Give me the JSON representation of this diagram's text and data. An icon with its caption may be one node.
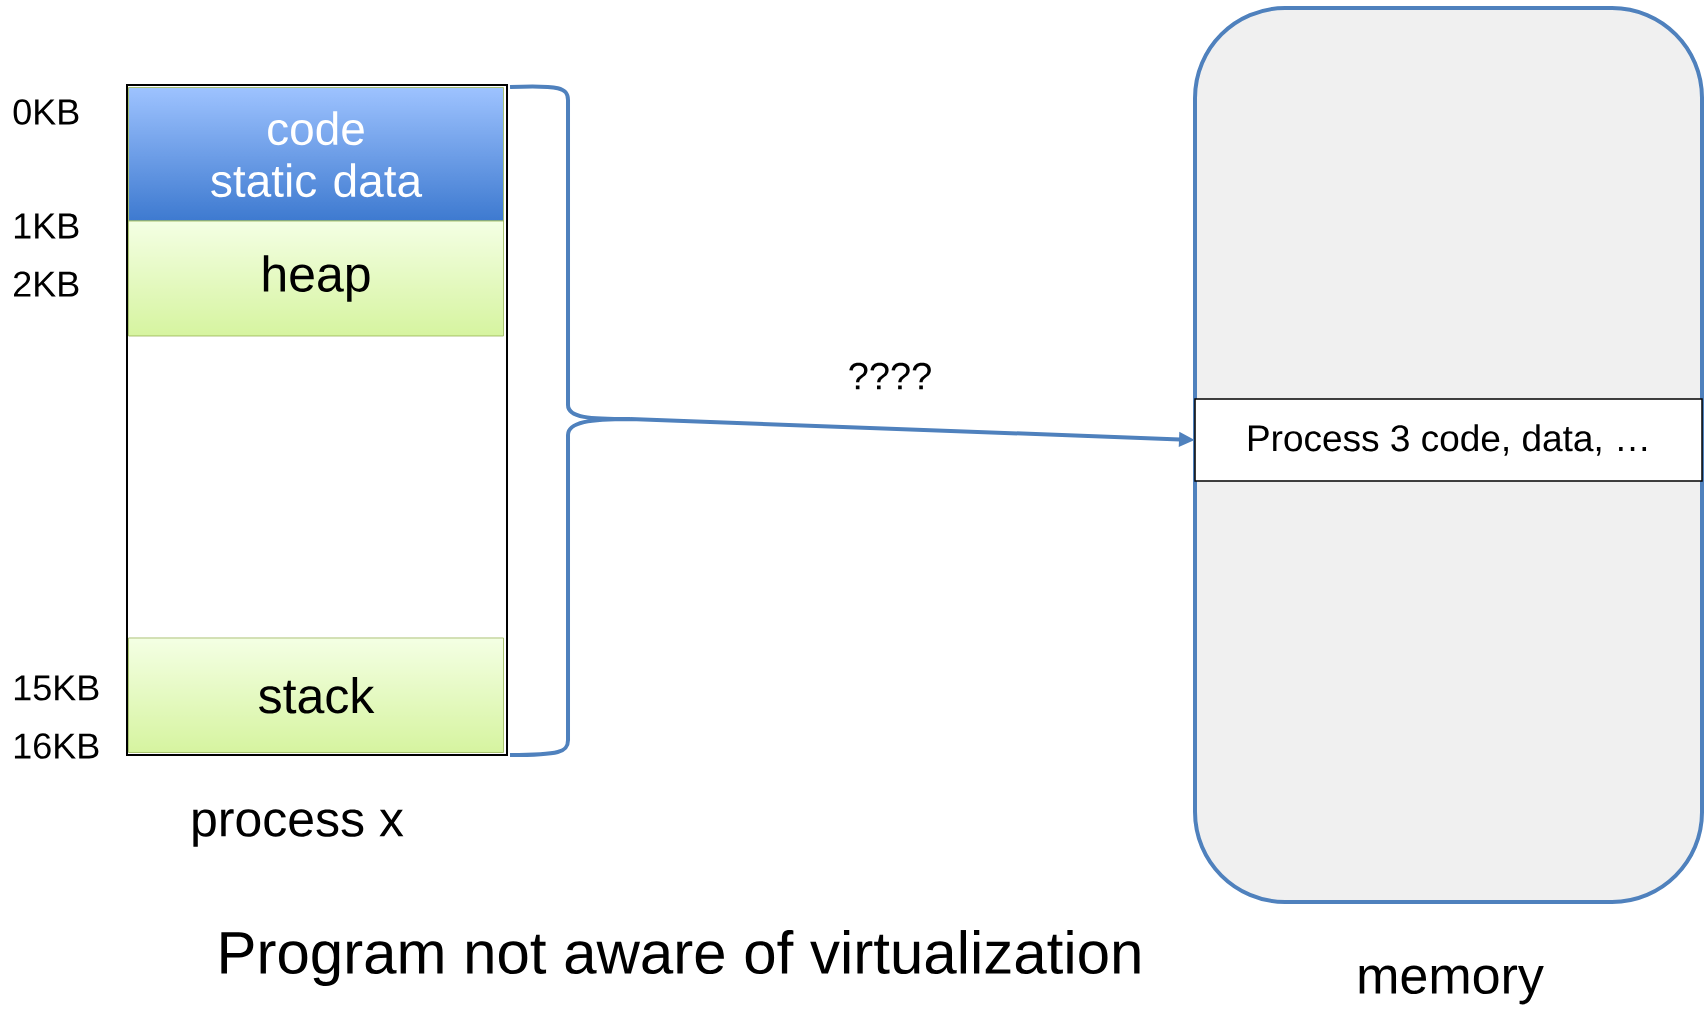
{
  "diagram": {
    "caption": "Program not aware of virtualization",
    "nodes": [
      {
        "text": [],
        "shape": "box",
        "beside": [
          "process x"
        ]
      },
      {
        "text": [
          "code static data"
        ],
        "in": 0
      },
      {
        "text": [
          "heap"
        ],
        "in": 0
      },
      {
        "text": [
          "stack"
        ],
        "in": 0
      },
      {
        "text": [],
        "shape": "box",
        "beside": [
          "memory"
        ]
      },
      {
        "text": [
          "Process 3 code, data, …"
        ],
        "in": 4
      }
    ],
    "edges": [
      {
        "from": 0,
        "to": 5,
        "arrow": "to",
        "label": "????",
        "color": "#4f81bd"
      }
    ],
    "labels": [
      "0KB",
      "1KB",
      "2KB",
      "15KB",
      "16KB"
    ]
  }
}
